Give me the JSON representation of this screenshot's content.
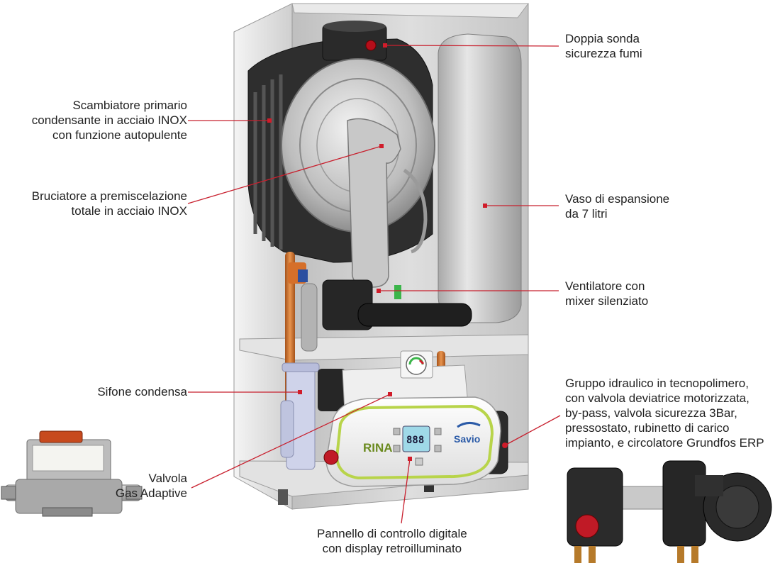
{
  "colors": {
    "leader_line": "#c8202e",
    "marker": "#d01c2a",
    "panel_accent": "#b8d44a",
    "casing": "#d8d8d8"
  },
  "callouts": {
    "doppia_sonda": [
      "Doppia sonda",
      "sicurezza fumi"
    ],
    "scambiatore": [
      "Scambiatore primario",
      "condensante in acciaio INOX",
      "con funzione autopulente"
    ],
    "bruciatore": [
      "Bruciatore a premiscelazione",
      "totale in acciaio INOX"
    ],
    "vaso": [
      "Vaso di espansione",
      "da 7 litri"
    ],
    "ventilatore": [
      "Ventilatore con",
      "mixer silenziato"
    ],
    "sifone": [
      "Sifone condensa"
    ],
    "gruppo": [
      "Gruppo idraulico in tecnopolimero,",
      "con valvola deviatrice motorizzata,",
      "by-pass, valvola sicurezza 3Bar,",
      "pressostato, rubinetto di carico",
      "impianto, e circolatore Grundfos ERP"
    ],
    "valvola": [
      "Valvola",
      "Gas Adaptive"
    ],
    "pannello": [
      "Pannello di controllo digitale",
      "con display retroilluminato"
    ]
  },
  "panel": {
    "brand_left": "RINA",
    "brand_right": "Savio",
    "display_digits": "888"
  }
}
